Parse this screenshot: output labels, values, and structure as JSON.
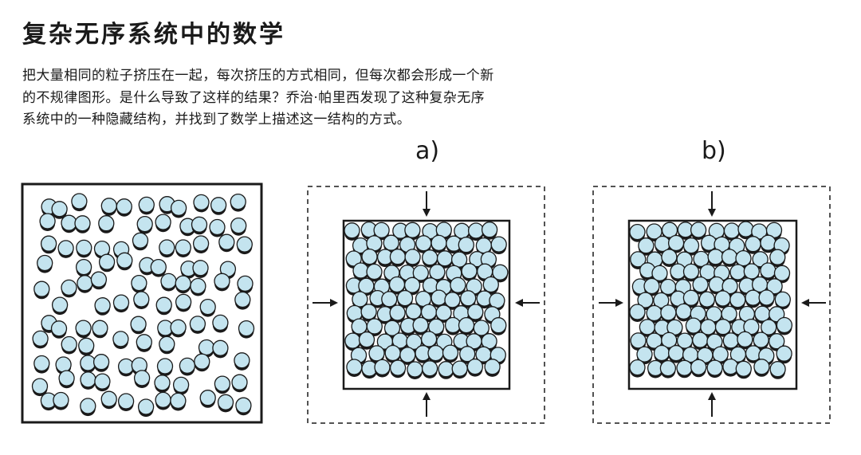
{
  "title": "复杂无序系统中的数学",
  "description": [
    "把大量相同的粒子挤压在一起，每次挤压的方式相同，但每次都会形成一个新",
    "的不规律图形。是什么导致了这样的结果？乔治·帕里西发现了这种复杂无序",
    "系统中的一种隐藏结构，并找到了数学上描述这一结构的方式。"
  ],
  "panels": {
    "a_label": "a)",
    "b_label": "b)"
  },
  "colors": {
    "particle_fill": "#c4e4ef",
    "particle_stroke": "#1a1a1a",
    "box_stroke": "#1a1a1a"
  }
}
